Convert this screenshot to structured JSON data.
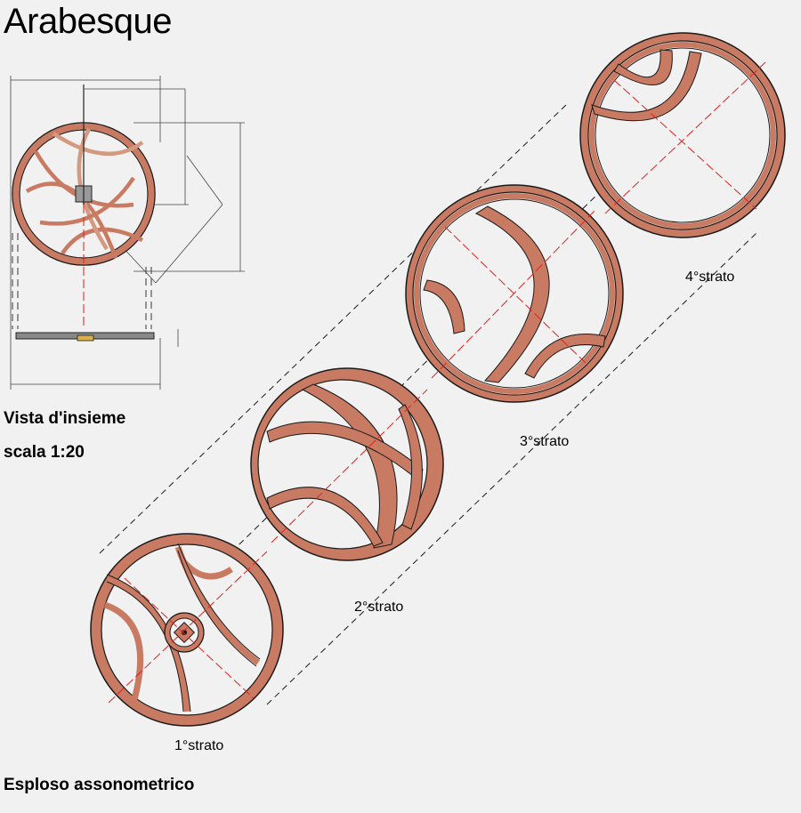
{
  "title": "Arabesque",
  "overview": {
    "caption_line1": "Vista d'insieme",
    "caption_line2": "scala 1:20"
  },
  "exploded": {
    "caption": "Esploso assonometrico",
    "layers": [
      {
        "label": "1°strato"
      },
      {
        "label": "2°strato"
      },
      {
        "label": "3°strato"
      },
      {
        "label": "4°strato"
      }
    ]
  },
  "colors": {
    "wood": "#c97a62",
    "wood_light": "#d49a80",
    "outline": "#1a1a1a",
    "axis": "#e02020",
    "dimension": "#444444",
    "background": "#f1f1f1",
    "brass": "#d8b04a"
  }
}
